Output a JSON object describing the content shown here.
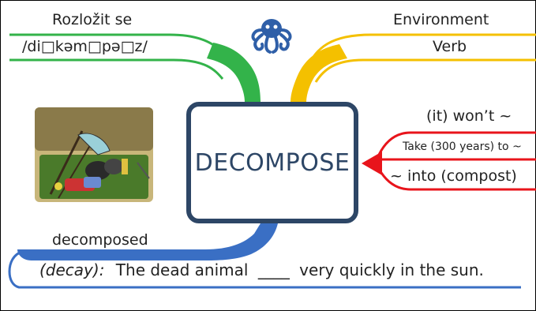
{
  "center": {
    "word": "DECOMPOSE"
  },
  "top_left": {
    "translation": "Rozložit se",
    "pronunciation": "/di□kəm□pə□z/"
  },
  "top_right": {
    "topic": "Environment",
    "part_of_speech": "Verb"
  },
  "right": {
    "collocations": [
      "(it) won’t ~",
      "Take (300 years) to ~",
      "~ into (compost)"
    ]
  },
  "bottom": {
    "answer": "decomposed",
    "hint": "(decay):",
    "sentence_before": "The dead animal",
    "blank": "____",
    "sentence_after": "very quickly in the sun."
  },
  "colors": {
    "green": "#33b34a",
    "yellow": "#f4c000",
    "red": "#e8141b",
    "blue": "#3a6fc4",
    "navy": "#2d4666"
  },
  "icons": [
    "octopus-logo-icon",
    "garbage-illustration"
  ]
}
